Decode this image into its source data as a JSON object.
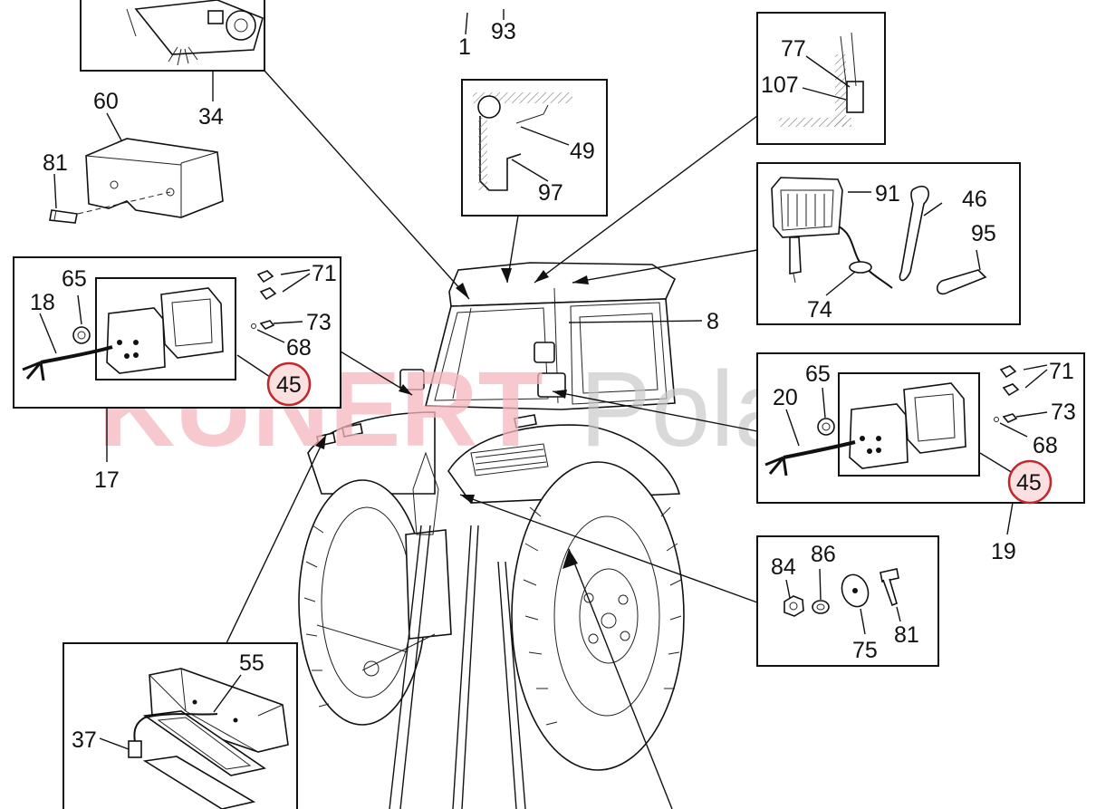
{
  "watermark": {
    "part1": "KUNERT",
    "part2": "Poladowo",
    "color1": "#f4b7bd",
    "color2": "#c9c9c9"
  },
  "highlight_color": "#c0282d",
  "callouts": {
    "c93": "93",
    "c1": "1",
    "c34": "34",
    "c60": "60",
    "c81a": "81",
    "c65a": "65",
    "c71a": "71",
    "c18": "18",
    "c73a": "73",
    "c68a": "68",
    "c45a": "45",
    "c17": "17",
    "c49": "49",
    "c97": "97",
    "c77": "77",
    "c107": "107",
    "c91": "91",
    "c46": "46",
    "c95": "95",
    "c74": "74",
    "c8": "8",
    "c65b": "65",
    "c71b": "71",
    "c20": "20",
    "c73b": "73",
    "c68b": "68",
    "c45b": "45",
    "c19": "19",
    "c84": "84",
    "c86": "86",
    "c81b": "81",
    "c75": "75",
    "c55": "55",
    "c37": "37"
  }
}
